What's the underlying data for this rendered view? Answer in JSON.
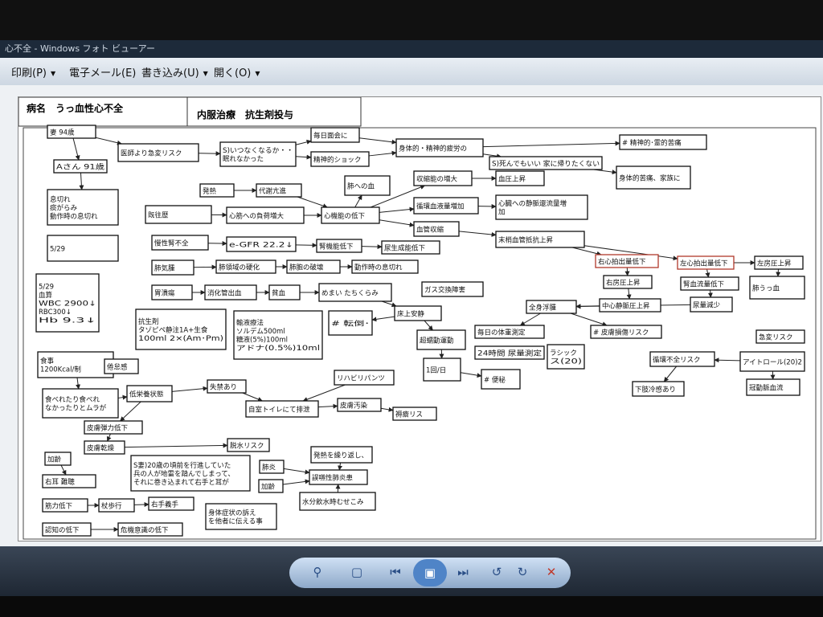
{
  "window": {
    "title": "心不全 - Windows フォト ビューアー"
  },
  "menubar": {
    "print": "印刷(P)",
    "email": "電子メール(E)",
    "burn": "書き込み(U)",
    "open": "開く(O)"
  },
  "diagram": {
    "header_left": "病名　うっ血性心不全",
    "header_right": "内服治療　抗生剤投与",
    "nodes": [
      {
        "id": "wife",
        "text": [
          "妻  94歳"
        ]
      },
      {
        "id": "patient",
        "text": [
          "Aさん  91歳"
        ]
      },
      {
        "id": "doctor",
        "text": [
          "医師より急変リスク"
        ]
      },
      {
        "id": "s1",
        "text": [
          "S)いつなくなるか・・",
          "眠れなかった"
        ]
      },
      {
        "id": "daily",
        "text": [
          "毎日面会に"
        ]
      },
      {
        "id": "shock",
        "text": [
          "精神的ショック"
        ]
      },
      {
        "id": "fatigue",
        "text": [
          "身体的・精神的疲労の"
        ]
      },
      {
        "id": "spirit",
        "text": [
          "#  精神的･霊的苦痛"
        ]
      },
      {
        "id": "s2",
        "text": [
          "S)死んでもいい  家に帰りたくない"
        ]
      },
      {
        "id": "family",
        "text": [
          "身体的苦痛、家族に"
        ]
      },
      {
        "id": "breath",
        "text": [
          "息切れ",
          "痰がらみ",
          "動作時の息切れ"
        ]
      },
      {
        "id": "date1",
        "text": [
          "5/29"
        ]
      },
      {
        "id": "fever",
        "text": [
          "発熱"
        ]
      },
      {
        "id": "metab",
        "text": [
          "代謝亢進"
        ]
      },
      {
        "id": "lungblood",
        "text": [
          "肺への血"
        ]
      },
      {
        "id": "contract",
        "text": [
          "収縮能の増大"
        ]
      },
      {
        "id": "bpup",
        "text": [
          "血圧上昇"
        ]
      },
      {
        "id": "history",
        "text": [
          "既往歴"
        ]
      },
      {
        "id": "heartload",
        "text": [
          "心筋への負荷増大"
        ]
      },
      {
        "id": "cardfunc",
        "text": [
          "心機能の低下"
        ]
      },
      {
        "id": "circvol",
        "text": [
          "循環血液量増加"
        ]
      },
      {
        "id": "venous",
        "text": [
          "心臓への静脈還流量増",
          "加"
        ]
      },
      {
        "id": "vasocon",
        "text": [
          "血管収縮"
        ]
      },
      {
        "id": "periph",
        "text": [
          "末梢血管抵抗上昇"
        ]
      },
      {
        "id": "ckd",
        "text": [
          "慢性腎不全"
        ]
      },
      {
        "id": "egfr",
        "text": [
          "e-GFR    22.2↓"
        ]
      },
      {
        "id": "renal",
        "text": [
          "腎機能低下"
        ]
      },
      {
        "id": "urinedown",
        "text": [
          "尿生成能低下"
        ]
      },
      {
        "id": "rco",
        "text": [
          "右心拍出量低下"
        ]
      },
      {
        "id": "lco",
        "text": [
          "左心拍出量低下"
        ]
      },
      {
        "id": "lap",
        "text": [
          "左房圧上昇"
        ]
      },
      {
        "id": "emph",
        "text": [
          "肺気腫"
        ]
      },
      {
        "id": "lunghard",
        "text": [
          "肺領域の硬化"
        ]
      },
      {
        "id": "alveoli",
        "text": [
          "肺胞の破壊"
        ]
      },
      {
        "id": "exbreath",
        "text": [
          "動作時の息切れ"
        ]
      },
      {
        "id": "rap",
        "text": [
          "右房圧上昇"
        ]
      },
      {
        "id": "renalflow",
        "text": [
          "腎血流量低下"
        ]
      },
      {
        "id": "pulcong",
        "text": [
          "肺うっ血"
        ]
      },
      {
        "id": "gasx",
        "text": [
          "ガス交換障害"
        ]
      },
      {
        "id": "date2",
        "text": [
          "5/29",
          "血算",
          "WBC      2900↓",
          "RBC300↓",
          "Hb   9.3↓"
        ]
      },
      {
        "id": "ulcer",
        "text": [
          "胃潰瘍"
        ]
      },
      {
        "id": "gibleed",
        "text": [
          "消化管出血"
        ]
      },
      {
        "id": "anemia",
        "text": [
          "貧血"
        ]
      },
      {
        "id": "dizzy",
        "text": [
          "めまい  たちくらみ"
        ]
      },
      {
        "id": "bedrest",
        "text": [
          "床上安静"
        ]
      },
      {
        "id": "edema",
        "text": [
          "全身浮腫"
        ]
      },
      {
        "id": "cvp",
        "text": [
          "中心静脈圧上昇"
        ]
      },
      {
        "id": "urinevol",
        "text": [
          "尿量減少"
        ]
      },
      {
        "id": "antibio",
        "text": [
          "抗生剤",
          "タゾピペ静注1A+生食",
          "100ml  2×(Am･Pm)"
        ]
      },
      {
        "id": "fluid",
        "text": [
          "輸液療法",
          "ソルデム500ml",
          "糖液(5%)100ml",
          "アドナ(0.5%)10ml"
        ]
      },
      {
        "id": "fall",
        "text": [
          "#  転倒･"
        ]
      },
      {
        "id": "peri",
        "text": [
          "超蠕動運動"
        ]
      },
      {
        "id": "weight",
        "text": [
          "毎日の体重測定"
        ]
      },
      {
        "id": "skinrisk",
        "text": [
          "#  皮膚損傷リスク"
        ]
      },
      {
        "id": "suddenrisk",
        "text": [
          "急変リスク"
        ]
      },
      {
        "id": "urine24",
        "text": [
          "24時間  尿量測定"
        ]
      },
      {
        "id": "lasix",
        "text": [
          "ラシック",
          "ス(20)"
        ]
      },
      {
        "id": "circfail",
        "text": [
          "循環不全リスク"
        ]
      },
      {
        "id": "aitorol",
        "text": [
          "アイトロール(20)2"
        ]
      },
      {
        "id": "food",
        "text": [
          "食事",
          "1200Kcal/制"
        ]
      },
      {
        "id": "lassit",
        "text": [
          "倦怠感"
        ]
      },
      {
        "id": "onceday",
        "text": [
          "1回/日"
        ]
      },
      {
        "id": "constip",
        "text": [
          "#  便秘"
        ]
      },
      {
        "id": "rehab",
        "text": [
          "リハビリパンツ"
        ]
      },
      {
        "id": "coldlimb",
        "text": [
          "下肢冷感あり"
        ]
      },
      {
        "id": "coronary",
        "text": [
          "冠動脈血流"
        ]
      },
      {
        "id": "eatvar",
        "text": [
          "食べれたり食べれ",
          "なかったりとムラが"
        ]
      },
      {
        "id": "malnut",
        "text": [
          "低栄養状態"
        ]
      },
      {
        "id": "incont",
        "text": [
          "失禁あり"
        ]
      },
      {
        "id": "toilet",
        "text": [
          "自室トイレにて排泄"
        ]
      },
      {
        "id": "skindirt",
        "text": [
          "皮膚汚染"
        ]
      },
      {
        "id": "bedsore",
        "text": [
          "褥瘡リス"
        ]
      },
      {
        "id": "skinelast",
        "text": [
          "皮膚弾力低下"
        ]
      },
      {
        "id": "skindry",
        "text": [
          "皮膚乾燥"
        ]
      },
      {
        "id": "dehyd",
        "text": [
          "脱水リスク"
        ]
      },
      {
        "id": "aging1",
        "text": [
          "加齢"
        ]
      },
      {
        "id": "s3",
        "text": [
          "S妻)20歳の頃前を行進していた",
          "兵の人が地雷を踏んでしまって、",
          "それに巻き込まれて右手と耳が"
        ]
      },
      {
        "id": "pneum",
        "text": [
          "肺炎"
        ]
      },
      {
        "id": "fever2",
        "text": [
          "発熱を繰り返し、"
        ]
      },
      {
        "id": "hear",
        "text": [
          "右耳  難聴"
        ]
      },
      {
        "id": "aging2",
        "text": [
          "加齢"
        ]
      },
      {
        "id": "aspir",
        "text": [
          "誤嚥性肺炎患"
        ]
      },
      {
        "id": "muscle",
        "text": [
          "筋力低下"
        ]
      },
      {
        "id": "cane",
        "text": [
          "杖歩行"
        ]
      },
      {
        "id": "prosth",
        "text": [
          "右手義手"
        ]
      },
      {
        "id": "complain",
        "text": [
          "身体症状の訴え",
          "を他者に伝える事"
        ]
      },
      {
        "id": "choke",
        "text": [
          "水分飲水時むせこみ"
        ]
      },
      {
        "id": "cogn",
        "text": [
          "認知の低下"
        ]
      },
      {
        "id": "danger",
        "text": [
          "危機意識の低下"
        ]
      }
    ]
  }
}
